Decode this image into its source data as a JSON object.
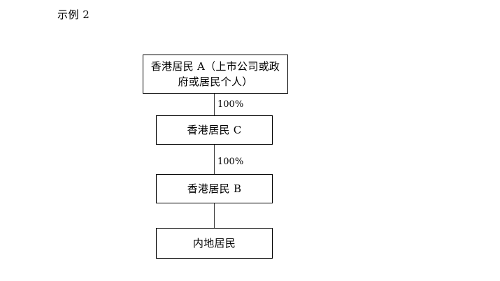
{
  "page": {
    "title": "示例 2"
  },
  "diagram": {
    "nodes": [
      {
        "id": "resident-a",
        "label": "香港居民 A（上市公司或政府或居民个人）"
      },
      {
        "id": "resident-c",
        "label": "香港居民 C"
      },
      {
        "id": "resident-b",
        "label": "香港居民 B"
      },
      {
        "id": "mainland-resident",
        "label": "内地居民"
      }
    ],
    "edges": [
      {
        "from": "resident-a",
        "to": "resident-c",
        "label": "100%"
      },
      {
        "from": "resident-c",
        "to": "resident-b",
        "label": "100%"
      },
      {
        "from": "mainland-resident",
        "to": "resident-b",
        "label": ""
      }
    ],
    "colors": {
      "box_border": "#000000",
      "connector": "#3b3b3b",
      "text": "#000000",
      "background": "#ffffff"
    }
  }
}
